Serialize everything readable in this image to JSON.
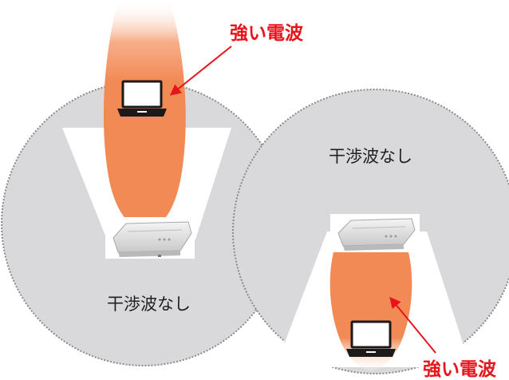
{
  "labels": {
    "strong_wave_top": "強い電波",
    "strong_wave_bottom": "強い電波",
    "no_interference_left": "干渉波なし",
    "no_interference_right": "干渉波なし"
  },
  "colors": {
    "coverage_fill": "#d9d9db",
    "coverage_edge": "#8a8a8a",
    "beam_core": "#f28a55",
    "beam_glow": "#ffffff",
    "accent_red": "#e8141c",
    "label_dark": "#231f20",
    "laptop_stroke": "#1a1a1a"
  },
  "icons": {
    "laptop_top": "laptop-icon",
    "laptop_bottom": "laptop-icon",
    "access_point_left": "access-point-icon",
    "access_point_right": "access-point-icon"
  }
}
